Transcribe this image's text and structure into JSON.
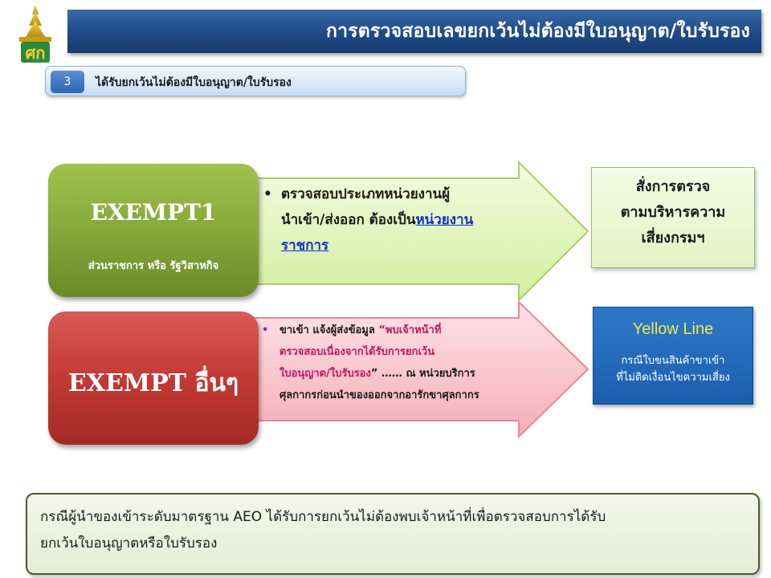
{
  "header": {
    "title": "การตรวจสอบเลขยกเว้นไม่ต้องมีใบอนุญาต/ใบรับรอง",
    "logo_icon": "customs-crest-icon",
    "bar_color": "#1f4a86"
  },
  "step": {
    "number": "3",
    "label": "ได้รับยกเว้นไม่ต้องมีใบอนุญาต/ใบรับรอง"
  },
  "exempt1": {
    "title": "EXEMPT1",
    "subtitle": "ส่วนราชการ หรือ รัฐวิสาหกิจ",
    "bullet": "•",
    "line1": "ตรวจสอบประเภทหน่วยงานผู้",
    "line2_prefix": "นำเข้า/ส่งออก ต้องเป็น",
    "line2_link": "หน่วยงาน",
    "line3_link": "ราชการ",
    "result": [
      "สั่งการตรวจ",
      "ตามบริหารความ",
      "เสี่ยงกรมฯ"
    ]
  },
  "exempt_other": {
    "title": "EXEMPT อื่นๆ",
    "bullet": "•",
    "line1_prefix": "ขาเข้า แจ้งผู้ส่งข้อมูล ",
    "line1_highlight": "“พบเจ้าหน้าที่",
    "line2_highlight": "ตรวจสอบเนื่องจากได้รับการยกเว้น",
    "line3_highlight": "ใบอนุญาต/ใบรับรอง",
    "line3_suffix": "” …… ณ หน่วยบริการ",
    "line4": "ศุลกากรก่อนนำของออกจากอารักขาศุลกากร",
    "result_title": "Yellow Line",
    "result_sub": [
      "กรณีใบขนสินค้าขาเข้า",
      "ที่ไม่ติดเงื่อนไขความเสี่ยง"
    ]
  },
  "note": {
    "line1": "กรณีผู้นำของเข้าระดับมาตรฐาน AEO ได้รับการยกเว้นไม่ต้องพบเจ้าหน้าที่เพื่อตรวจสอบการได้รับ",
    "line2": "ยกเว้นใบอนุญาตหรือใบรับรอง"
  },
  "colors": {
    "green_box": "#86a83a",
    "red_box": "#c33a35",
    "green_arrow": "#e4f5c4",
    "red_arrow": "#f9c9cf",
    "yellow_line_box": "#1a5fae",
    "link": "#1430c8",
    "highlight": "#c2185b"
  }
}
